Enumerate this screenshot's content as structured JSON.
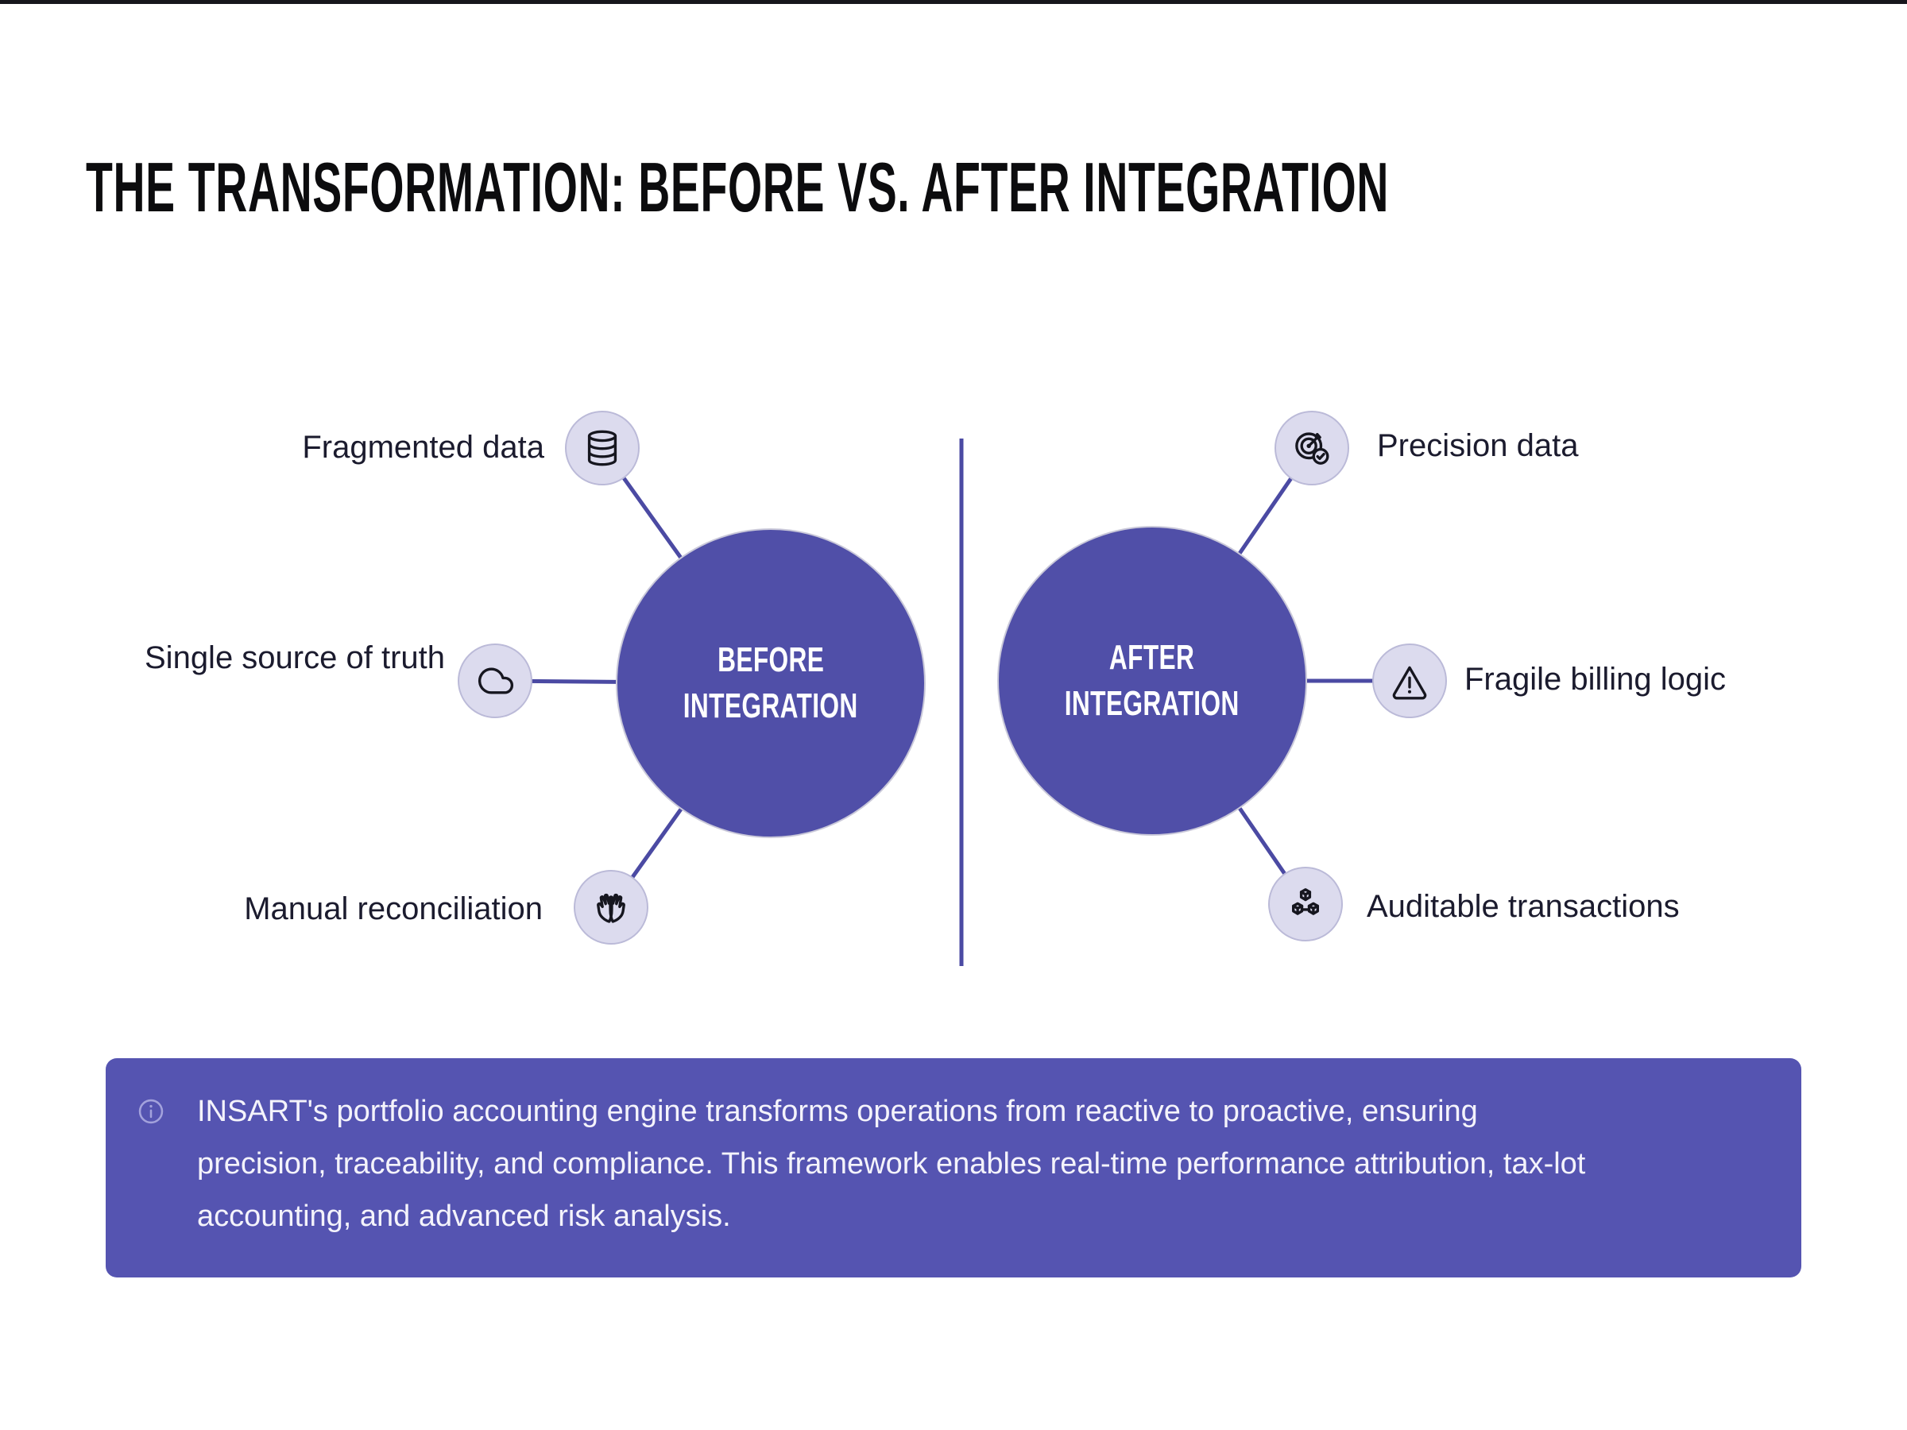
{
  "title": "THE TRANSFORMATION: BEFORE VS. AFTER INTEGRATION",
  "diagram": {
    "before_circle": {
      "line1": "BEFORE",
      "line2": "INTEGRATION"
    },
    "after_circle": {
      "line1": "AFTER",
      "line2": "INTEGRATION"
    },
    "before_items": [
      {
        "label": "Fragmented data",
        "icon": "database-icon"
      },
      {
        "label": "Single source of truth",
        "icon": "cloud-icon"
      },
      {
        "label": "Manual reconciliation",
        "icon": "hands-icon"
      }
    ],
    "after_items": [
      {
        "label": "Precision data",
        "icon": "target-check-icon"
      },
      {
        "label": "Fragile billing logic",
        "icon": "warning-triangle-icon"
      },
      {
        "label": "Auditable transactions",
        "icon": "cubes-icon"
      }
    ]
  },
  "callout": {
    "icon": "info-icon",
    "lines": [
      "INSART's portfolio accounting engine transforms operations from reactive to proactive, ensuring",
      "precision, traceability, and compliance. This framework enables real-time performance attribution, tax-lot",
      "accounting, and advanced risk analysis."
    ]
  },
  "colors": {
    "primary_circle": "#504fa8",
    "callout_bg": "#5554b1",
    "icon_bubble_bg": "#dcdbee",
    "icon_bubble_border": "#bbbad8",
    "connector": "#4b4aa3",
    "label_text": "#1b1b2e",
    "title_text": "#0c0c0e",
    "circle_text": "#ffffff"
  }
}
